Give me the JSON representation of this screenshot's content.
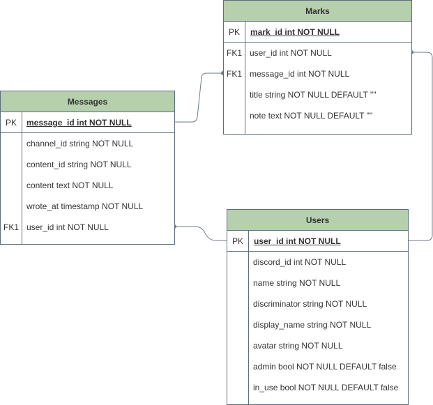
{
  "colors": {
    "header_fill": "#b6cfad",
    "border": "#5d6d7e",
    "connector": "#6c7a89"
  },
  "entities": {
    "marks": {
      "title": "Marks",
      "pk": {
        "key": "PK",
        "field": "mark_id int NOT NULL"
      },
      "rows": [
        {
          "key": "FK1",
          "field": "user_id int NOT NULL"
        },
        {
          "key": "FK1",
          "field": "message_id int NOT NULL"
        },
        {
          "key": "",
          "field": "title string NOT NULL DEFAULT \"\""
        },
        {
          "key": "",
          "field": "note text NOT NULL DEFAULT \"\""
        }
      ]
    },
    "messages": {
      "title": "Messages",
      "pk": {
        "key": "PK",
        "field": "message_id int NOT NULL"
      },
      "rows": [
        {
          "key": "",
          "field": "channel_id string NOT NULL"
        },
        {
          "key": "",
          "field": "content_id string NOT NULL"
        },
        {
          "key": "",
          "field": "content text NOT NULL"
        },
        {
          "key": "",
          "field": "wrote_at timestamp NOT NULL"
        },
        {
          "key": "FK1",
          "field": "user_id int NOT NULL"
        }
      ]
    },
    "users": {
      "title": "Users",
      "pk": {
        "key": "PK",
        "field": "user_id int NOT NULL"
      },
      "rows": [
        {
          "key": "",
          "field": "discord_id int NOT NULL"
        },
        {
          "key": "",
          "field": "name string NOT NULL"
        },
        {
          "key": "",
          "field": "discriminator string NOT NULL"
        },
        {
          "key": "",
          "field": "display_name string NOT NULL"
        },
        {
          "key": "",
          "field": "avatar string NOT NULL"
        },
        {
          "key": "",
          "field": "admin bool NOT NULL DEFAULT false"
        },
        {
          "key": "",
          "field": "in_use bool NOT NULL DEFAULT false"
        }
      ]
    }
  }
}
